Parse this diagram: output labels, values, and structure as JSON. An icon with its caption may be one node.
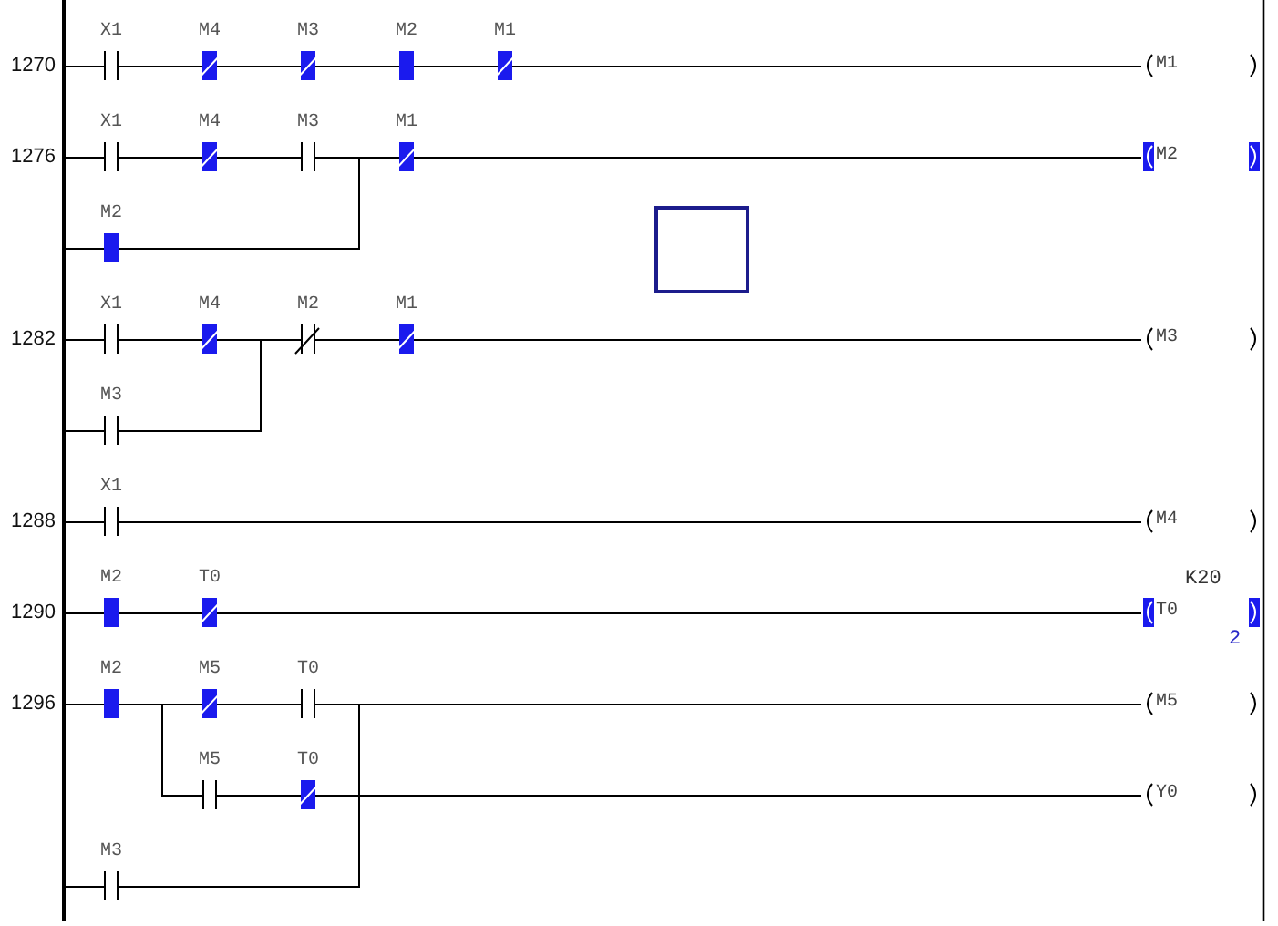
{
  "diagram": {
    "nodes": [
      {
        "text": [
          "X1"
        ]
      },
      {
        "text": [
          "M4"
        ]
      },
      {
        "text": [
          "M3"
        ]
      },
      {
        "text": [
          "M2"
        ]
      },
      {
        "text": [
          "M1"
        ]
      },
      {
        "text": [
          "M1"
        ]
      },
      {
        "text": [
          "X1"
        ]
      },
      {
        "text": [
          "M4"
        ]
      },
      {
        "text": [
          "M3"
        ]
      },
      {
        "text": [
          "M1"
        ]
      },
      {
        "text": [
          "M2"
        ]
      },
      {
        "text": [
          "M2"
        ]
      },
      {
        "text": [
          "X1"
        ]
      },
      {
        "text": [
          "M4"
        ]
      },
      {
        "text": [
          "M2"
        ]
      },
      {
        "text": [
          "M1"
        ]
      },
      {
        "text": [
          "M3"
        ]
      },
      {
        "text": [
          "M3"
        ]
      },
      {
        "text": [
          "X1"
        ]
      },
      {
        "text": [
          "M4"
        ]
      },
      {
        "text": [
          "M2"
        ]
      },
      {
        "text": [
          "T0"
        ]
      },
      {
        "text": [
          "T0"
        ],
        "beside": [
          "K20",
          "2"
        ]
      },
      {
        "text": [
          "M2"
        ]
      },
      {
        "text": [
          "M5"
        ]
      },
      {
        "text": [
          "T0"
        ]
      },
      {
        "text": [
          "M5"
        ]
      },
      {
        "text": [
          "M5"
        ]
      },
      {
        "text": [
          "T0"
        ]
      },
      {
        "text": [
          "Y0"
        ]
      },
      {
        "text": [
          "M3"
        ]
      },
      {
        "text": [],
        "shape": "box"
      },
      {
        "text": [],
        "shape": "bar"
      }
    ],
    "edges": [
      {
        "from": 0,
        "to": 1,
        "arrow": "none"
      },
      {
        "from": 1,
        "to": 2,
        "arrow": "none"
      },
      {
        "from": 2,
        "to": 3,
        "arrow": "none"
      },
      {
        "from": 3,
        "to": 4,
        "arrow": "none"
      },
      {
        "from": 4,
        "to": 5,
        "arrow": "none"
      },
      {
        "from": 6,
        "to": 7,
        "arrow": "none"
      },
      {
        "from": 7,
        "to": 8,
        "arrow": "none"
      },
      {
        "from": 8,
        "to": 9,
        "arrow": "none"
      },
      {
        "from": 11,
        "to": 9,
        "arrow": "none"
      },
      {
        "from": 9,
        "to": 10,
        "arrow": "none"
      },
      {
        "from": 12,
        "to": 13,
        "arrow": "none"
      },
      {
        "from": 13,
        "to": 14,
        "arrow": "none"
      },
      {
        "from": 17,
        "to": 14,
        "arrow": "none"
      },
      {
        "from": 14,
        "to": 15,
        "arrow": "none"
      },
      {
        "from": 15,
        "to": 16,
        "arrow": "none"
      },
      {
        "from": 18,
        "to": 19,
        "arrow": "none"
      },
      {
        "from": 20,
        "to": 21,
        "arrow": "none"
      },
      {
        "from": 21,
        "to": 22,
        "arrow": "none"
      },
      {
        "from": 23,
        "to": 24,
        "arrow": "none"
      },
      {
        "from": 24,
        "to": 25,
        "arrow": "none"
      },
      {
        "from": 25,
        "to": 26,
        "arrow": "none"
      },
      {
        "from": 23,
        "to": 27,
        "arrow": "none"
      },
      {
        "from": 27,
        "to": 28,
        "arrow": "none"
      },
      {
        "from": 28,
        "to": 29,
        "arrow": "none"
      },
      {
        "from": 30,
        "to": 26,
        "arrow": "none"
      },
      {
        "from": 32,
        "to": 0,
        "arrow": "none"
      },
      {
        "from": 32,
        "to": 6,
        "arrow": "none"
      },
      {
        "from": 32,
        "to": 11,
        "arrow": "none"
      },
      {
        "from": 32,
        "to": 12,
        "arrow": "none"
      },
      {
        "from": 32,
        "to": 17,
        "arrow": "none"
      },
      {
        "from": 32,
        "to": 18,
        "arrow": "none"
      },
      {
        "from": 32,
        "to": 20,
        "arrow": "none"
      },
      {
        "from": 32,
        "to": 23,
        "arrow": "none"
      },
      {
        "from": 32,
        "to": 30,
        "arrow": "none"
      }
    ],
    "labels": [
      "1270",
      "1276",
      "1282",
      "1288",
      "1290",
      "1296"
    ]
  }
}
